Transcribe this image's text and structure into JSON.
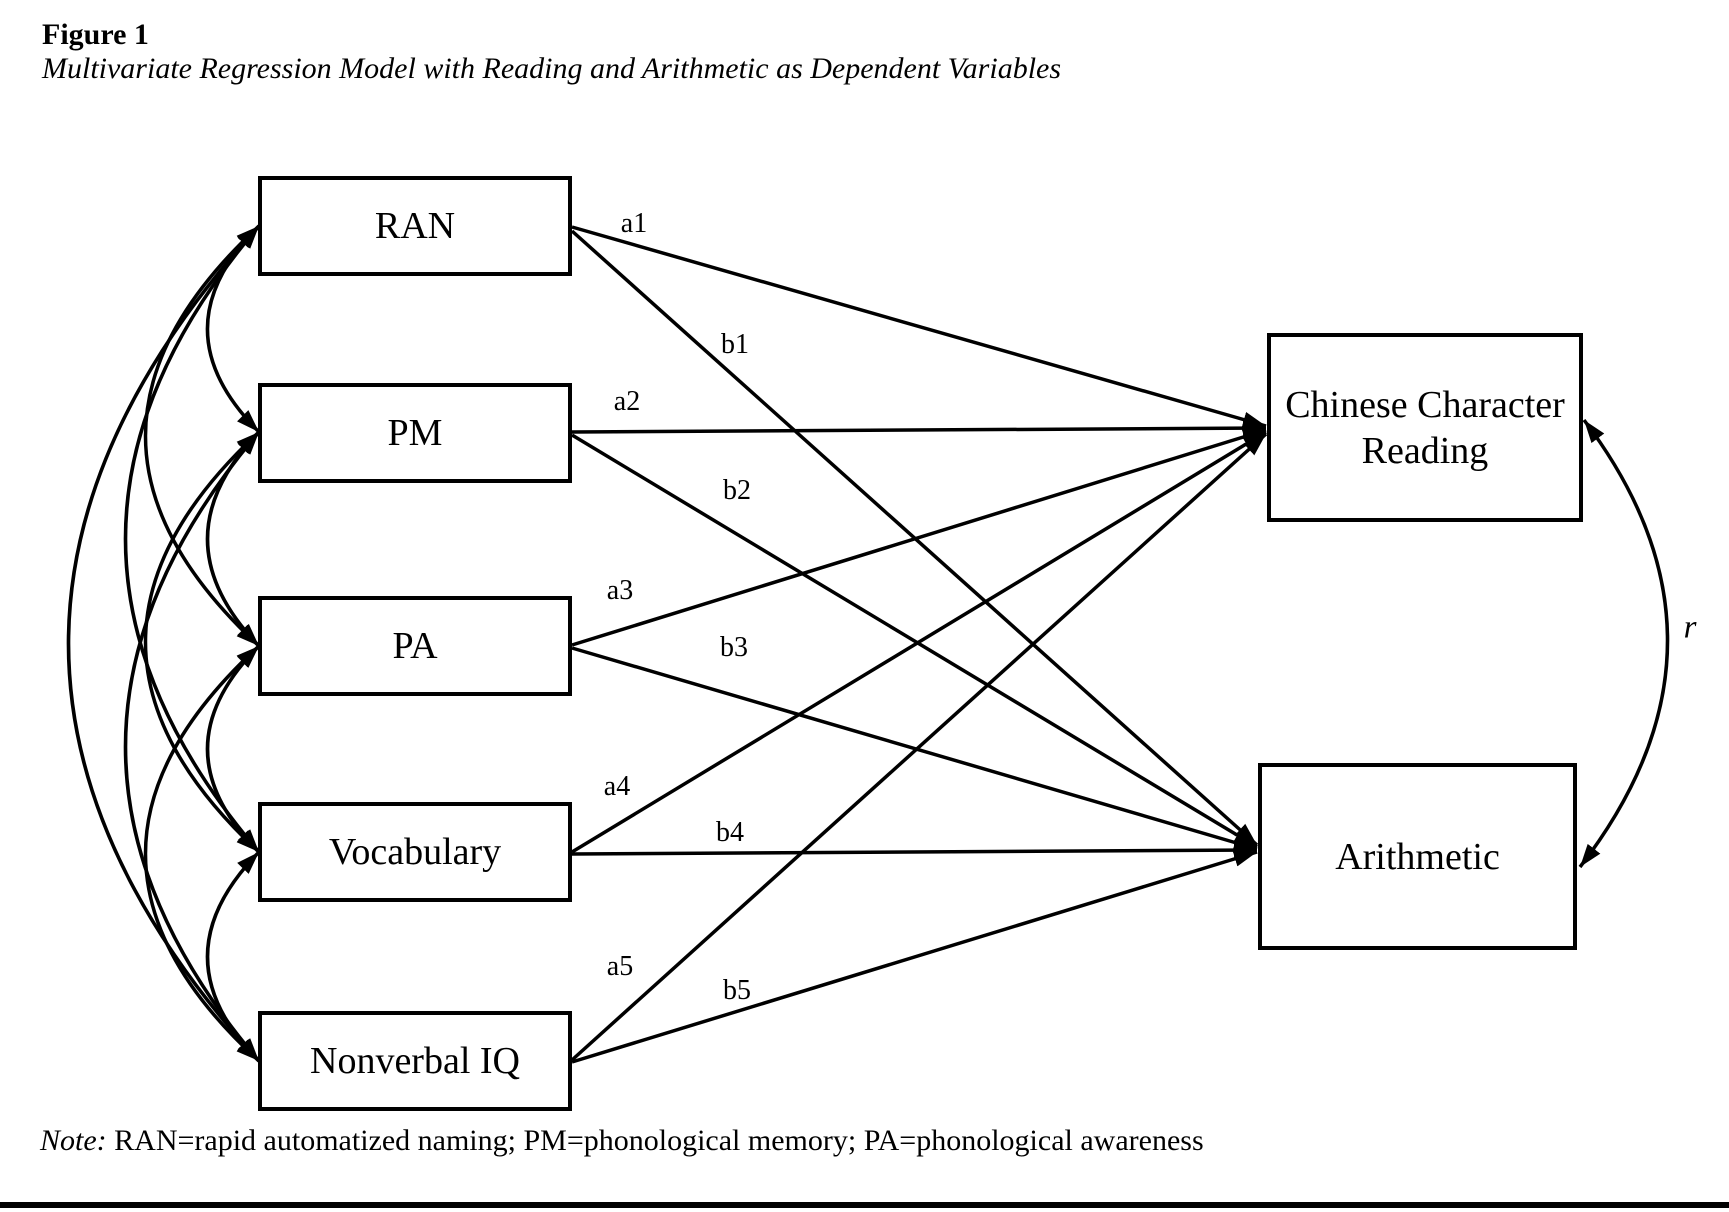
{
  "figure": {
    "label": "Figure 1",
    "caption": "Multivariate Regression Model with Reading and Arithmetic as Dependent Variables"
  },
  "diagram": {
    "predictors": [
      {
        "label": "RAN",
        "a_label": "a1",
        "b_label": "b1"
      },
      {
        "label": "PM",
        "a_label": "a2",
        "b_label": "b2"
      },
      {
        "label": "PA",
        "a_label": "a3",
        "b_label": "b3"
      },
      {
        "label": "Vocabulary",
        "a_label": "a4",
        "b_label": "b4"
      },
      {
        "label": "Nonverbal IQ",
        "a_label": "a5",
        "b_label": "b5"
      }
    ],
    "outcomes": {
      "reading": {
        "line1": "Chinese Character",
        "line2": "Reading"
      },
      "arithmetic": {
        "label": "Arithmetic"
      }
    },
    "correlation_label": "r",
    "line_color": "#000000"
  },
  "note": {
    "prefix": "Note:",
    "text": " RAN=rapid automatized naming; PM=phonological memory; PA=phonological awareness"
  }
}
